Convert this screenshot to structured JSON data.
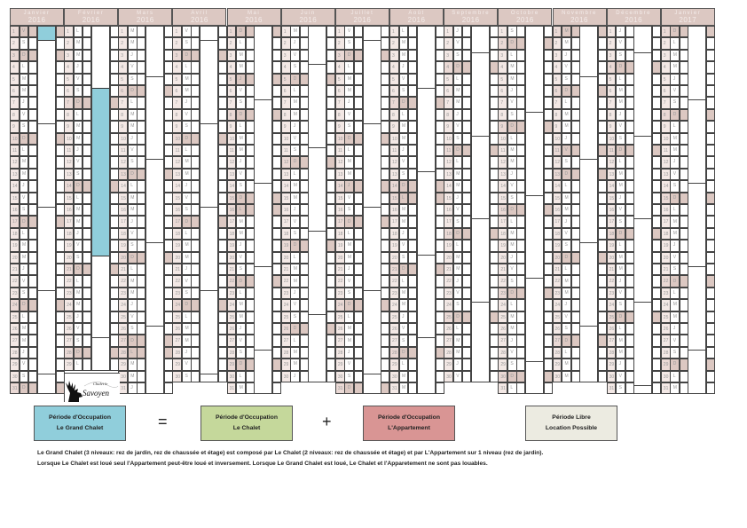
{
  "months": [
    {
      "name": "Janvier",
      "year": "2016",
      "letters": "VSDLMMJVSDLMMJVSDLMMJVSDLMMJVSD",
      "holidays": [
        1
      ]
    },
    {
      "name": "Février",
      "year": "2016",
      "letters": "LMMJVSDLMMJVSDLMMJVSDLMMJVSDL",
      "holidays": []
    },
    {
      "name": "Mars",
      "year": "2016",
      "letters": "MMJVSDLMMJVSDLMMJVSDLMMJVSDLMMJ",
      "holidays": [
        28
      ]
    },
    {
      "name": "Avril",
      "year": "2016",
      "letters": "VSDLMMJVSDLMMJVSDLMMJVSDLMMJVS",
      "holidays": []
    },
    {
      "name": "Mai",
      "year": "2016",
      "letters": "DLMMJVSDLMMJVSDLMMJVSDLMMJVSDLM",
      "holidays": [
        5,
        16
      ]
    },
    {
      "name": "Juin",
      "year": "2016",
      "letters": "MJVSDLMMJVSDLMMJVSDLMMJVSDLMMJ",
      "holidays": []
    },
    {
      "name": "Juillet",
      "year": "2016",
      "letters": "VSDLMMJVSDLMMJVSDLMMJVSDLMMJVSD",
      "holidays": [
        14
      ]
    },
    {
      "name": "Août",
      "year": "2016",
      "letters": "LMMJVSDLMMJVSDLMMJVSDLMMJVSDLMM",
      "holidays": [
        15
      ]
    },
    {
      "name": "Septembre",
      "year": "2016",
      "letters": "JVSDLMMJVSDLMMJVSDLMMJVSDLMMJV",
      "holidays": []
    },
    {
      "name": "Octobre",
      "year": "2016",
      "letters": "SDLMMJVSDLMMJVSDLMMJVSDLMMJVSDL",
      "holidays": []
    },
    {
      "name": "Novembre",
      "year": "2016",
      "letters": "MMJVSDLMMJVSDLMMJVSDLMMJVSDLMM",
      "holidays": [
        1,
        11
      ]
    },
    {
      "name": "Décembre",
      "year": "2016",
      "letters": "JVSDLMMJVSDLMMJVSDLMMJVSDLMMJVS",
      "holidays": []
    },
    {
      "name": "Janvier",
      "year": "2017",
      "letters": "DLMMJVSDLMMJVSDLMMJVSDLMMJVSDLM",
      "holidays": []
    }
  ],
  "occupancy": [
    {
      "month": 0,
      "from": 1,
      "to": 2,
      "type": "grand_chalet"
    },
    {
      "month": 1,
      "from": 6,
      "to": 20,
      "type": "grand_chalet"
    }
  ],
  "colors": {
    "grand_chalet": "#90cedb",
    "chalet": "#c5d89b",
    "appartement": "#d99594",
    "libre": "#ecebe1",
    "weekend": "#dcc8c2"
  },
  "logo": {
    "line1": "Chalet le",
    "line2": "Savoyen"
  },
  "legend": {
    "grand_chalet": {
      "line1": "Période d'Occupation",
      "line2": "Le Grand Chalet"
    },
    "equals": "=",
    "chalet": {
      "line1": "Période d'Occupation",
      "line2": "Le Chalet"
    },
    "plus": "+",
    "appartement": {
      "line1": "Période d'Occupation",
      "line2": "L'Appartement"
    },
    "libre": {
      "line1": "Période Libre",
      "line2": "Location Possible"
    }
  },
  "notes": [
    "Le Grand Chalet (3 niveaux: rez de jardin, rez de chaussée et étage) est composé  par Le Chalet (2 niveaux: rez de chaussée et étage) et par L'Appartement sur 1 niveau (rez de jardin).",
    "Lorsque Le Chalet est loué seul l'Appartement peut-être loué et inversement. Lorsque Le Grand Chalet est loué, Le Chalet et l'Apparetement ne sont pas louables."
  ]
}
